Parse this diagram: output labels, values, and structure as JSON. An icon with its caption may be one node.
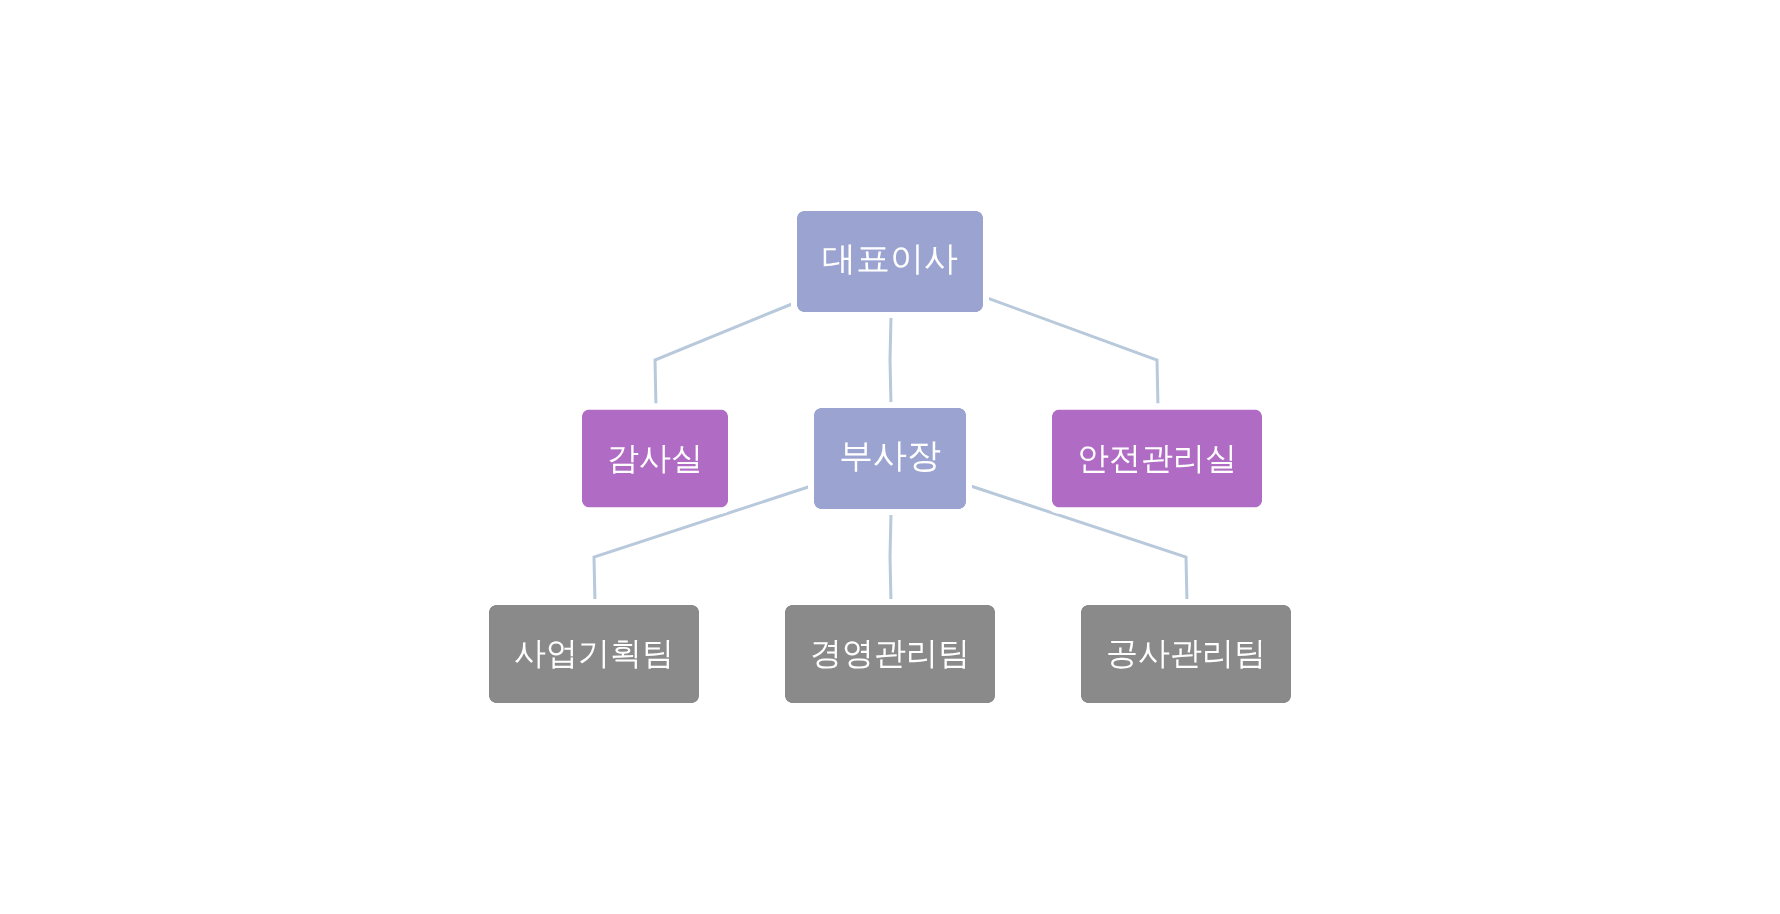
{
  "diagram": {
    "nodes": [
      {
        "text": [
          "대표이사"
        ]
      },
      {
        "text": [
          "감사실"
        ]
      },
      {
        "text": [
          "안전관리실"
        ]
      },
      {
        "text": [
          "부사장"
        ]
      },
      {
        "text": [
          "사업기획팀"
        ]
      },
      {
        "text": [
          "경영관리팀"
        ]
      },
      {
        "text": [
          "공사관리팀"
        ]
      }
    ],
    "edges": [
      {
        "from": 0,
        "to": 1,
        "arrow": "none"
      },
      {
        "from": 0,
        "to": 2,
        "arrow": "none"
      },
      {
        "from": 0,
        "to": 3,
        "arrow": "none"
      },
      {
        "from": 3,
        "to": 4,
        "arrow": "none"
      },
      {
        "from": 3,
        "to": 5,
        "arrow": "none"
      },
      {
        "from": 3,
        "to": 6,
        "arrow": "none"
      }
    ]
  }
}
